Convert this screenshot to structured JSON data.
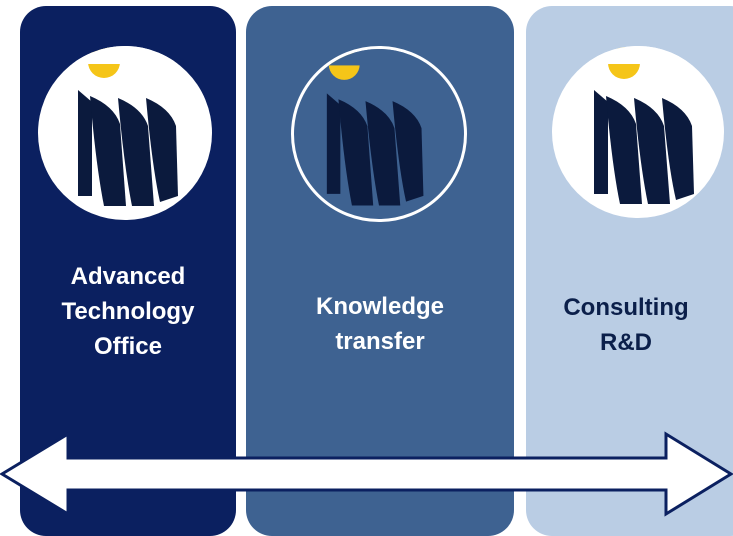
{
  "panels": [
    {
      "id": "advanced-technology-office",
      "lines": [
        "Advanced",
        "Technology",
        "Office"
      ],
      "color": "#0b2060"
    },
    {
      "id": "knowledge-transfer",
      "lines": [
        "Knowledge",
        "transfer"
      ],
      "color": "#3e6291"
    },
    {
      "id": "consulting-rd",
      "lines": [
        "Consulting",
        "R&D"
      ],
      "color": "#bacde4"
    }
  ],
  "arrow": {
    "type": "double-headed",
    "color": "#ffffff"
  },
  "emblem": {
    "icon": "three-pillars-sun-logo",
    "sun_color": "#f5c518",
    "pillar_color": "#0b1a3d"
  }
}
